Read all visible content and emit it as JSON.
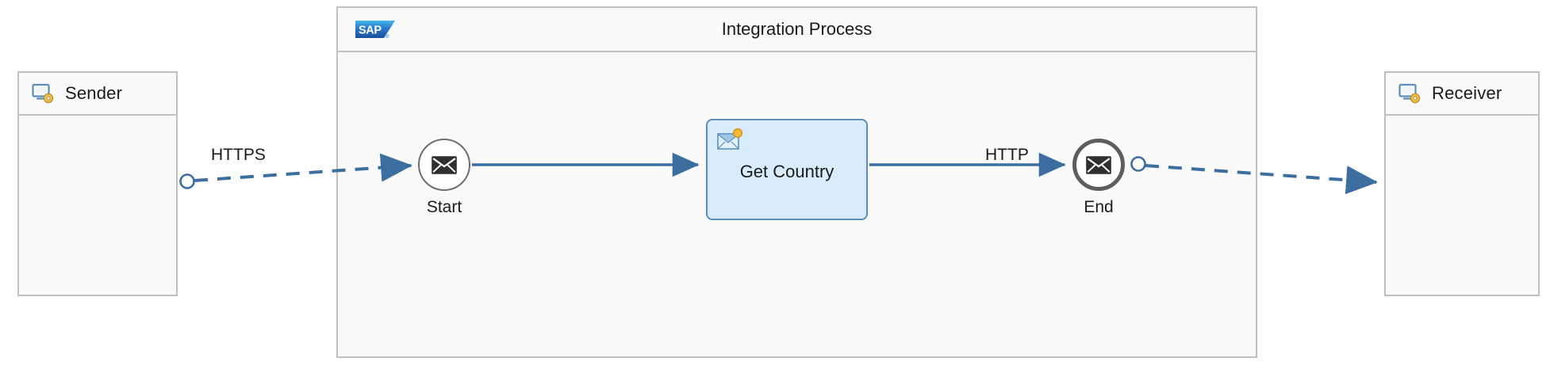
{
  "diagram": {
    "type": "bpmn-integration-flow",
    "title": "Integration Process"
  },
  "sender_pool": {
    "label": "Sender",
    "icon": "participant-monitor-icon"
  },
  "receiver_pool": {
    "label": "Receiver",
    "icon": "participant-monitor-icon"
  },
  "process_pool": {
    "title": "Integration Process",
    "logo": "sap-logo",
    "elements": {
      "start_event": {
        "label": "Start",
        "icon": "message-envelope-icon",
        "type": "message-start-event"
      },
      "task": {
        "label": "Get Country",
        "icon": "request-reply-icon",
        "type": "request-reply-task"
      },
      "end_event": {
        "label": "End",
        "icon": "message-envelope-icon",
        "type": "message-end-event"
      }
    }
  },
  "connectors": {
    "inbound": {
      "label": "HTTPS",
      "style": "dashed",
      "from": "Sender",
      "to": "Start"
    },
    "outbound": {
      "label": "HTTP",
      "style": "dashed",
      "from": "End",
      "to": "Receiver"
    },
    "sequence_flows": [
      {
        "from": "Start",
        "to": "Get Country",
        "style": "solid"
      },
      {
        "from": "Get Country",
        "to": "End",
        "style": "solid"
      }
    ]
  },
  "colors": {
    "pool_border": "#c0c0c0",
    "pool_fill": "#fafafa",
    "connector_blue": "#3c6e9f",
    "task_fill": "#d9ecfb",
    "task_border": "#5c90bd",
    "event_border": "#6e6e6e",
    "sap_blue": "#1b73be",
    "accent_orange": "#f5b335"
  }
}
